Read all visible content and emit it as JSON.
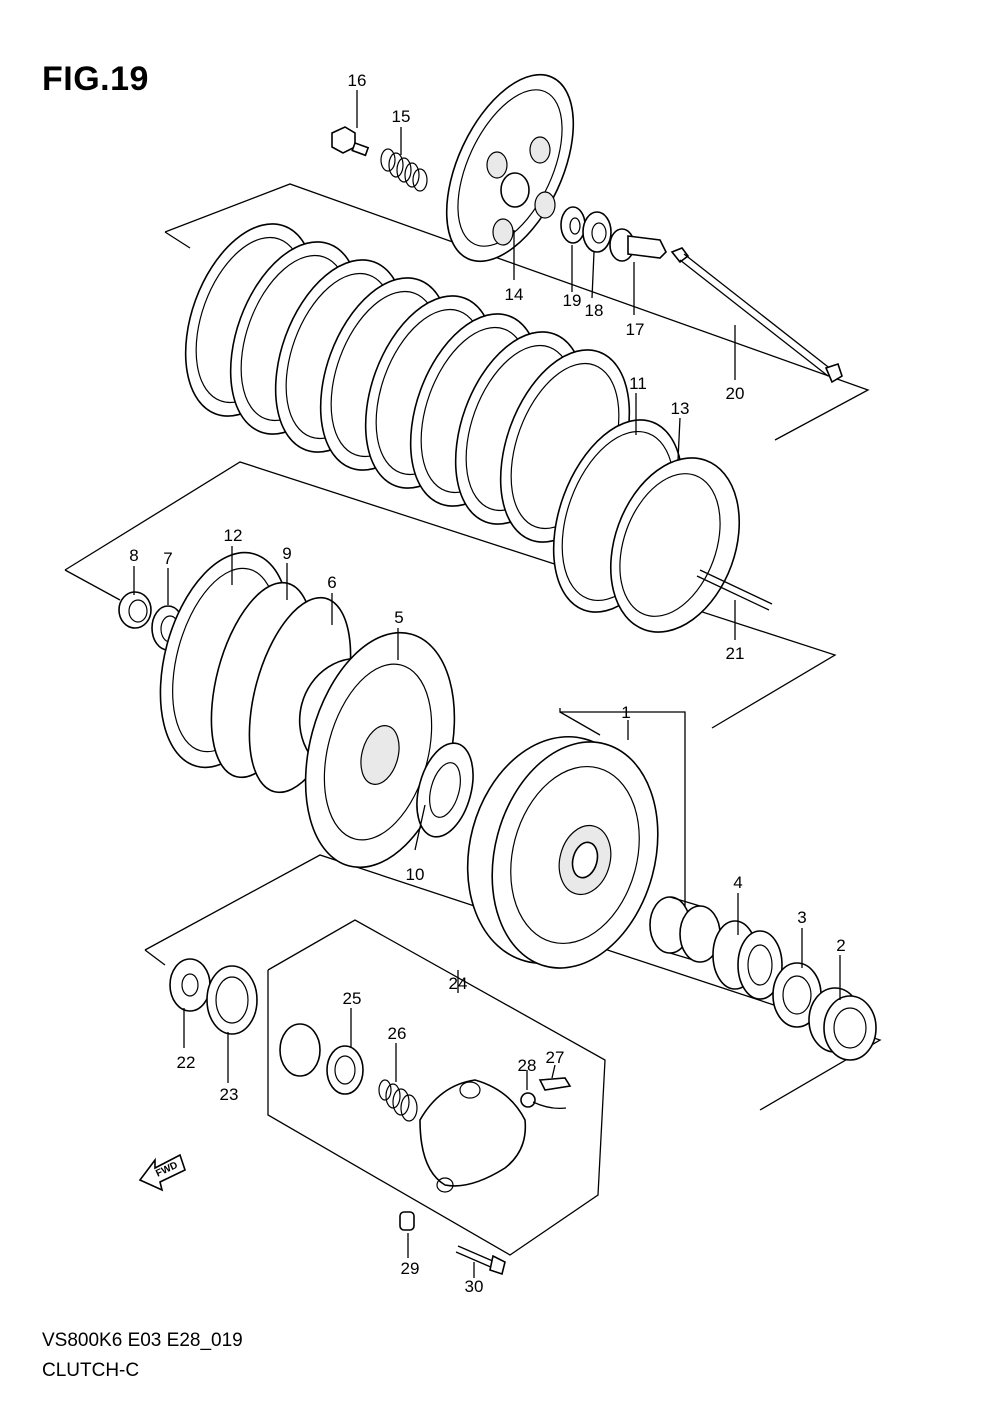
{
  "figure": {
    "title": "FIG.19",
    "model_code": "VS800K6 E03 E28_019",
    "section_name": "CLUTCH-C",
    "fwd_label": "FWD"
  },
  "callouts": [
    "1",
    "2",
    "3",
    "4",
    "5",
    "6",
    "7",
    "8",
    "9",
    "10",
    "11",
    "12",
    "13",
    "14",
    "15",
    "16",
    "17",
    "18",
    "19",
    "20",
    "21",
    "22",
    "23",
    "24",
    "25",
    "26",
    "27",
    "28",
    "29",
    "30"
  ]
}
